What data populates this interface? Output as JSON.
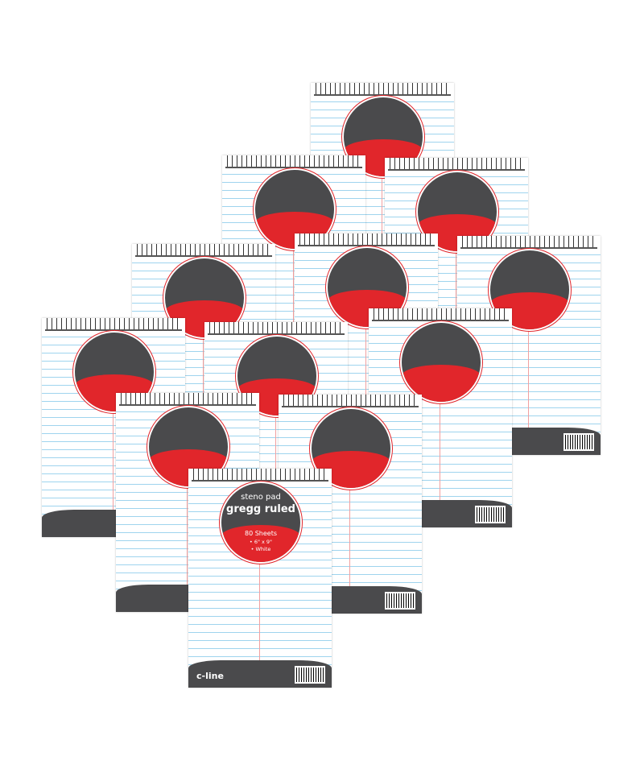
{
  "product": {
    "pad_count": 12,
    "title_small": "steno pad",
    "title_large": "gregg ruled",
    "sheets": "80 Sheets",
    "size": "• 6\" x 9\"",
    "color": "• White",
    "brand": "c-line"
  },
  "colors": {
    "red": "#e1262b",
    "dark": "#4a4a4c",
    "rule": "#9fd4ee",
    "margin": "#f2a0a0"
  }
}
